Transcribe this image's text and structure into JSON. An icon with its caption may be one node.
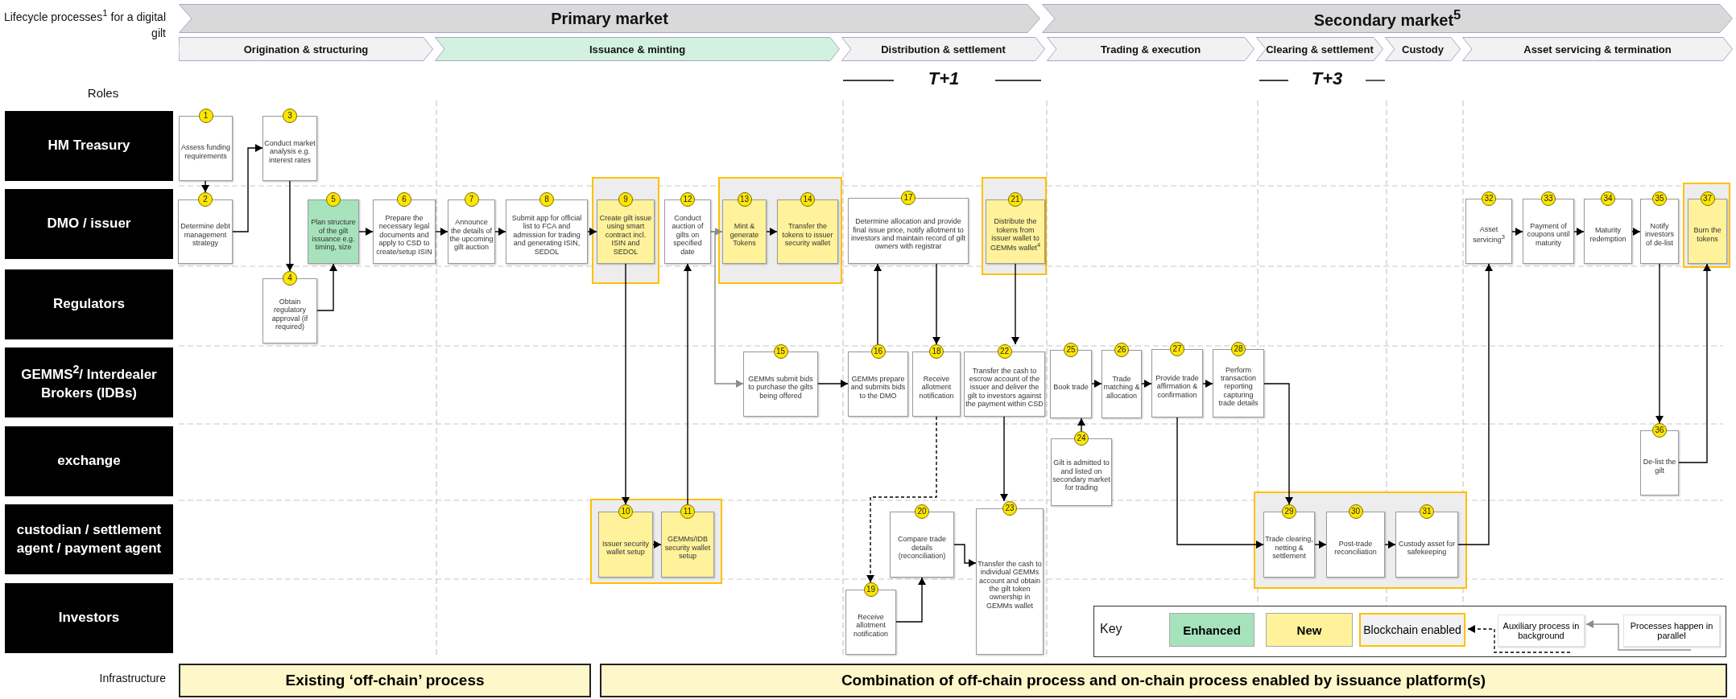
{
  "diagram": {
    "nodes": [
      {
        "text": [
          "Primary market"
        ]
      },
      {
        "text": [
          "Secondary market$^{5}$"
        ]
      },
      {
        "text": [
          "Origination & structuring"
        ]
      },
      {
        "text": [
          "Issuance & minting"
        ]
      },
      {
        "text": [
          "Distribution & settlement"
        ]
      },
      {
        "text": [
          "Trading & execution"
        ]
      },
      {
        "text": [
          "Clearing & settlement"
        ]
      },
      {
        "text": [
          "Custody"
        ]
      },
      {
        "text": [
          "Asset servicing & termination"
        ]
      },
      {
        "text": [
          "HM Treasury"
        ]
      },
      {
        "text": [
          "DMO / issuer"
        ]
      },
      {
        "text": [
          "Regulators"
        ]
      },
      {
        "text": [
          "GEMMS$^{2}$/ Interdealer Brokers (IDBs)"
        ]
      },
      {
        "text": [
          "exchange"
        ]
      },
      {
        "text": [
          "custodian / settlement agent / payment agent"
        ]
      },
      {
        "text": [
          "Investors"
        ]
      },
      {
        "text": [
          "1",
          "Assess funding requirements"
        ]
      },
      {
        "text": [
          "2",
          "Determine debt management strategy"
        ]
      },
      {
        "text": [
          "3",
          "Conduct market analysis e.g. interest rates"
        ]
      },
      {
        "text": [
          "4",
          "Obtain regulatory approval (if required)"
        ]
      },
      {
        "text": [
          "5",
          "Plan structure of the gilt issuance e.g. timing, size"
        ]
      },
      {
        "text": [
          "6",
          "Prepare the necessary legal documents and apply to CSD to create/setup ISIN"
        ]
      },
      {
        "text": [
          "7",
          "Announce the details of the upcoming gilt auction"
        ]
      },
      {
        "text": [
          "8",
          "Submit app for official list to FCA and admission for trading and generating ISIN, SEDOL"
        ]
      },
      {
        "text": [],
        "shape": "box"
      },
      {
        "text": [
          "9",
          "Create gilt issue using smart contract incl. ISIN and SEDOL"
        ],
        "in": 24
      },
      {
        "text": [],
        "shape": "box"
      },
      {
        "text": [
          "10",
          "Issuer security wallet setup"
        ],
        "in": 26
      },
      {
        "text": [
          "11",
          "GEMMs/IDB security wallet setup"
        ],
        "in": 26
      },
      {
        "text": [
          "12",
          "Conduct auction of gilts on specified date"
        ]
      },
      {
        "text": [],
        "shape": "box"
      },
      {
        "text": [
          "13",
          "Mint & generate Tokens"
        ],
        "in": 30
      },
      {
        "text": [
          "14",
          "Transfer the tokens to issuer security wallet"
        ],
        "in": 30
      },
      {
        "text": [
          "15",
          "GEMMs submit bids to purchase the gilts being offered"
        ]
      },
      {
        "text": [
          "16",
          "GEMMs prepare and submits bids to the DMO"
        ]
      },
      {
        "text": [
          "17",
          "Determine allocation and provide final issue price, notify allotment to investors and maintain record of gilt owners with registrar"
        ]
      },
      {
        "text": [
          "18",
          "Receive allotment notification"
        ]
      },
      {
        "text": [
          "19",
          "Receive allotment notification"
        ]
      },
      {
        "text": [
          "20",
          "Compare trade details (reconciliation)"
        ]
      },
      {
        "text": [],
        "shape": "box"
      },
      {
        "text": [
          "21",
          "Distribute the tokens from issuer wallet to GEMMs wallet$^{4}$"
        ],
        "in": 39
      },
      {
        "text": [
          "22",
          "Transfer the cash to escrow account of the issuer and deliver the gilt to investors against the payment within CSD"
        ]
      },
      {
        "text": [
          "23",
          "Transfer the cash to individual GEMMs account and obtain the gilt token ownership in GEMMs wallet"
        ]
      },
      {
        "text": [
          "24",
          "Gilt is admitted to and listed on secondary market for trading"
        ]
      },
      {
        "text": [
          "25",
          "Book trade"
        ]
      },
      {
        "text": [
          "26",
          "Trade matching & allocation"
        ]
      },
      {
        "text": [
          "27",
          "Provide trade affirmation & confirmation"
        ]
      },
      {
        "text": [
          "28",
          "Perform transaction reporting capturing trade details"
        ]
      },
      {
        "text": [],
        "shape": "box"
      },
      {
        "text": [
          "29",
          "Trade clearing, netting & settlement"
        ],
        "in": 48
      },
      {
        "text": [
          "30",
          "Post-trade reconciliation"
        ],
        "in": 48
      },
      {
        "text": [
          "31",
          "Custody asset for safekeeping"
        ],
        "in": 48
      },
      {
        "text": [
          "32",
          "Asset servicing$^{3}$"
        ]
      },
      {
        "text": [
          "33",
          "Payment of coupons until maturity"
        ]
      },
      {
        "text": [
          "34",
          "Maturity redemption"
        ]
      },
      {
        "text": [
          "35",
          "Notify investors of de-list"
        ]
      },
      {
        "text": [
          "36",
          "De-list the gilt"
        ]
      },
      {
        "text": [],
        "shape": "box"
      },
      {
        "text": [
          "37",
          "Burn the tokens"
        ],
        "in": 57
      },
      {
        "text": [
          "Existing ‘off-chain’ process"
        ]
      },
      {
        "text": [
          "Combination of off-chain process and on-chain process enabled by issuance platform(s)"
        ]
      }
    ],
    "edges": [
      {
        "from": 16,
        "to": 17,
        "arrow": "to"
      },
      {
        "from": 17,
        "to": 18,
        "arrow": "to"
      },
      {
        "from": 18,
        "to": 19,
        "arrow": "to"
      },
      {
        "from": 19,
        "to": 20,
        "arrow": "to"
      },
      {
        "from": 20,
        "to": 21,
        "arrow": "to"
      },
      {
        "from": 21,
        "to": 22,
        "arrow": "to"
      },
      {
        "from": 22,
        "to": 23,
        "arrow": "to"
      },
      {
        "from": 23,
        "to": 25,
        "arrow": "to"
      },
      {
        "from": 25,
        "to": 27,
        "arrow": "to"
      },
      {
        "from": 27,
        "to": 28,
        "arrow": "to"
      },
      {
        "from": 28,
        "to": 29,
        "arrow": "to"
      },
      {
        "from": 29,
        "to": 31,
        "arrow": "to",
        "color": "#8c8c8c"
      },
      {
        "from": 29,
        "to": 33,
        "arrow": "to",
        "color": "#8c8c8c"
      },
      {
        "from": 31,
        "to": 32,
        "arrow": "to"
      },
      {
        "from": 33,
        "to": 34,
        "arrow": "to"
      },
      {
        "from": 34,
        "to": 35,
        "arrow": "to"
      },
      {
        "from": 35,
        "to": 36,
        "arrow": "to"
      },
      {
        "from": 36,
        "to": 37,
        "arrow": "to",
        "style": "dashed"
      },
      {
        "from": 37,
        "to": 38,
        "arrow": "to"
      },
      {
        "from": 38,
        "to": 42,
        "arrow": "to"
      },
      {
        "from": 40,
        "to": 41,
        "arrow": "to"
      },
      {
        "from": 41,
        "to": 42,
        "arrow": "to"
      },
      {
        "from": 43,
        "to": 44,
        "arrow": "to"
      },
      {
        "from": 44,
        "to": 45,
        "arrow": "to"
      },
      {
        "from": 45,
        "to": 46,
        "arrow": "to"
      },
      {
        "from": 46,
        "to": 47,
        "arrow": "to"
      },
      {
        "from": 47,
        "to": 49,
        "arrow": "to"
      },
      {
        "from": 46,
        "to": 49,
        "arrow": "to"
      },
      {
        "from": 49,
        "to": 50,
        "arrow": "to"
      },
      {
        "from": 50,
        "to": 51,
        "arrow": "to"
      },
      {
        "from": 51,
        "to": 52,
        "arrow": "to"
      },
      {
        "from": 52,
        "to": 53,
        "arrow": "to"
      },
      {
        "from": 53,
        "to": 54,
        "arrow": "to"
      },
      {
        "from": 54,
        "to": 55,
        "arrow": "to"
      },
      {
        "from": 55,
        "to": 56,
        "arrow": "to"
      },
      {
        "from": 56,
        "to": 58,
        "arrow": "to"
      }
    ],
    "labels": [
      "Lifecycle processes$^{1}$ for a digital gilt",
      "T+1",
      "T+3",
      "Roles",
      "Key",
      "Infrastructure"
    ],
    "legend": [
      {
        "text": "Enhanced",
        "color": "#a6e3bd"
      },
      {
        "text": "New",
        "color": "#fff29b"
      },
      {
        "text": "Blockchain enabled"
      },
      {
        "text": "Auxiliary process in background"
      },
      {
        "text": "Processes happen in parallel"
      }
    ]
  }
}
